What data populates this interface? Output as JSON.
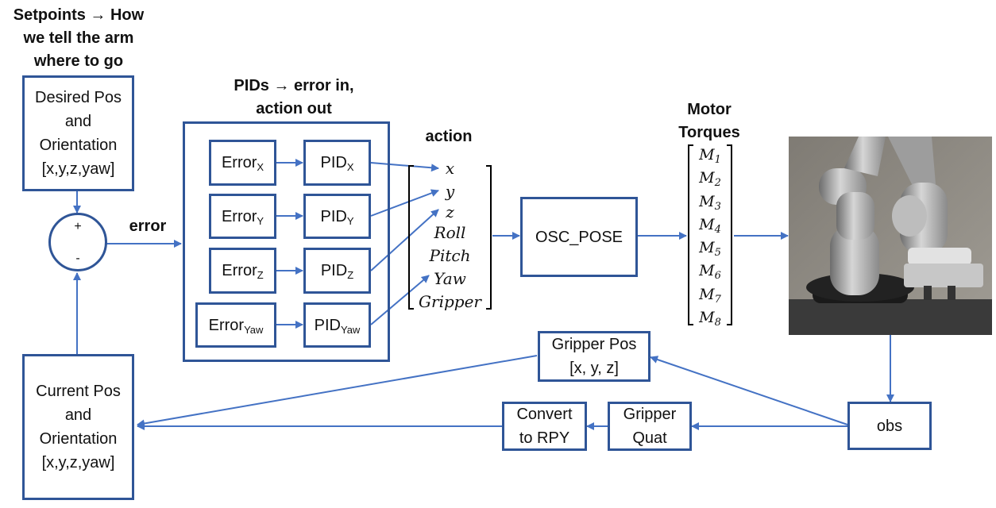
{
  "labels": {
    "setpoints_title": [
      "Setpoints → How",
      "we tell the arm",
      "where to go"
    ],
    "pids_title": [
      "PIDs → error in,",
      "action out"
    ],
    "action_title": "action",
    "motor_title": [
      "Motor",
      "Torques"
    ],
    "error_label": "error",
    "sum_plus": "+",
    "sum_minus": "-"
  },
  "blocks": {
    "desired": [
      "Desired Pos",
      "and",
      "Orientation",
      "[x,y,z,yaw]"
    ],
    "current": [
      "Current Pos",
      "and",
      "Orientation",
      "[x,y,z,yaw]"
    ],
    "osc": "OSC_POSE",
    "gripper_pos": [
      "Gripper Pos",
      "[x, y, z]"
    ],
    "convert": [
      "Convert",
      "to RPY"
    ],
    "gripper_quat": [
      "Gripper",
      "Quat"
    ],
    "obs": "obs"
  },
  "pid_rows": [
    {
      "error": "Error",
      "pid": "PID",
      "sub": "X"
    },
    {
      "error": "Error",
      "pid": "PID",
      "sub": "Y"
    },
    {
      "error": "Error",
      "pid": "PID",
      "sub": "Z"
    },
    {
      "error": "Error",
      "pid": "PID",
      "sub": "Yaw"
    }
  ],
  "action_vector": [
    "x",
    "y",
    "z",
    "Roll",
    "Pitch",
    "Yaw",
    "Gripper"
  ],
  "motor_vector": [
    {
      "sym": "M",
      "sub": "1"
    },
    {
      "sym": "M",
      "sub": "2"
    },
    {
      "sym": "M",
      "sub": "3"
    },
    {
      "sym": "M",
      "sub": "4"
    },
    {
      "sym": "M",
      "sub": "5"
    },
    {
      "sym": "M",
      "sub": "6"
    },
    {
      "sym": "M",
      "sub": "7"
    },
    {
      "sym": "M",
      "sub": "8"
    }
  ],
  "colors": {
    "block_border": "#2f5597",
    "arrow": "#4472c4"
  }
}
